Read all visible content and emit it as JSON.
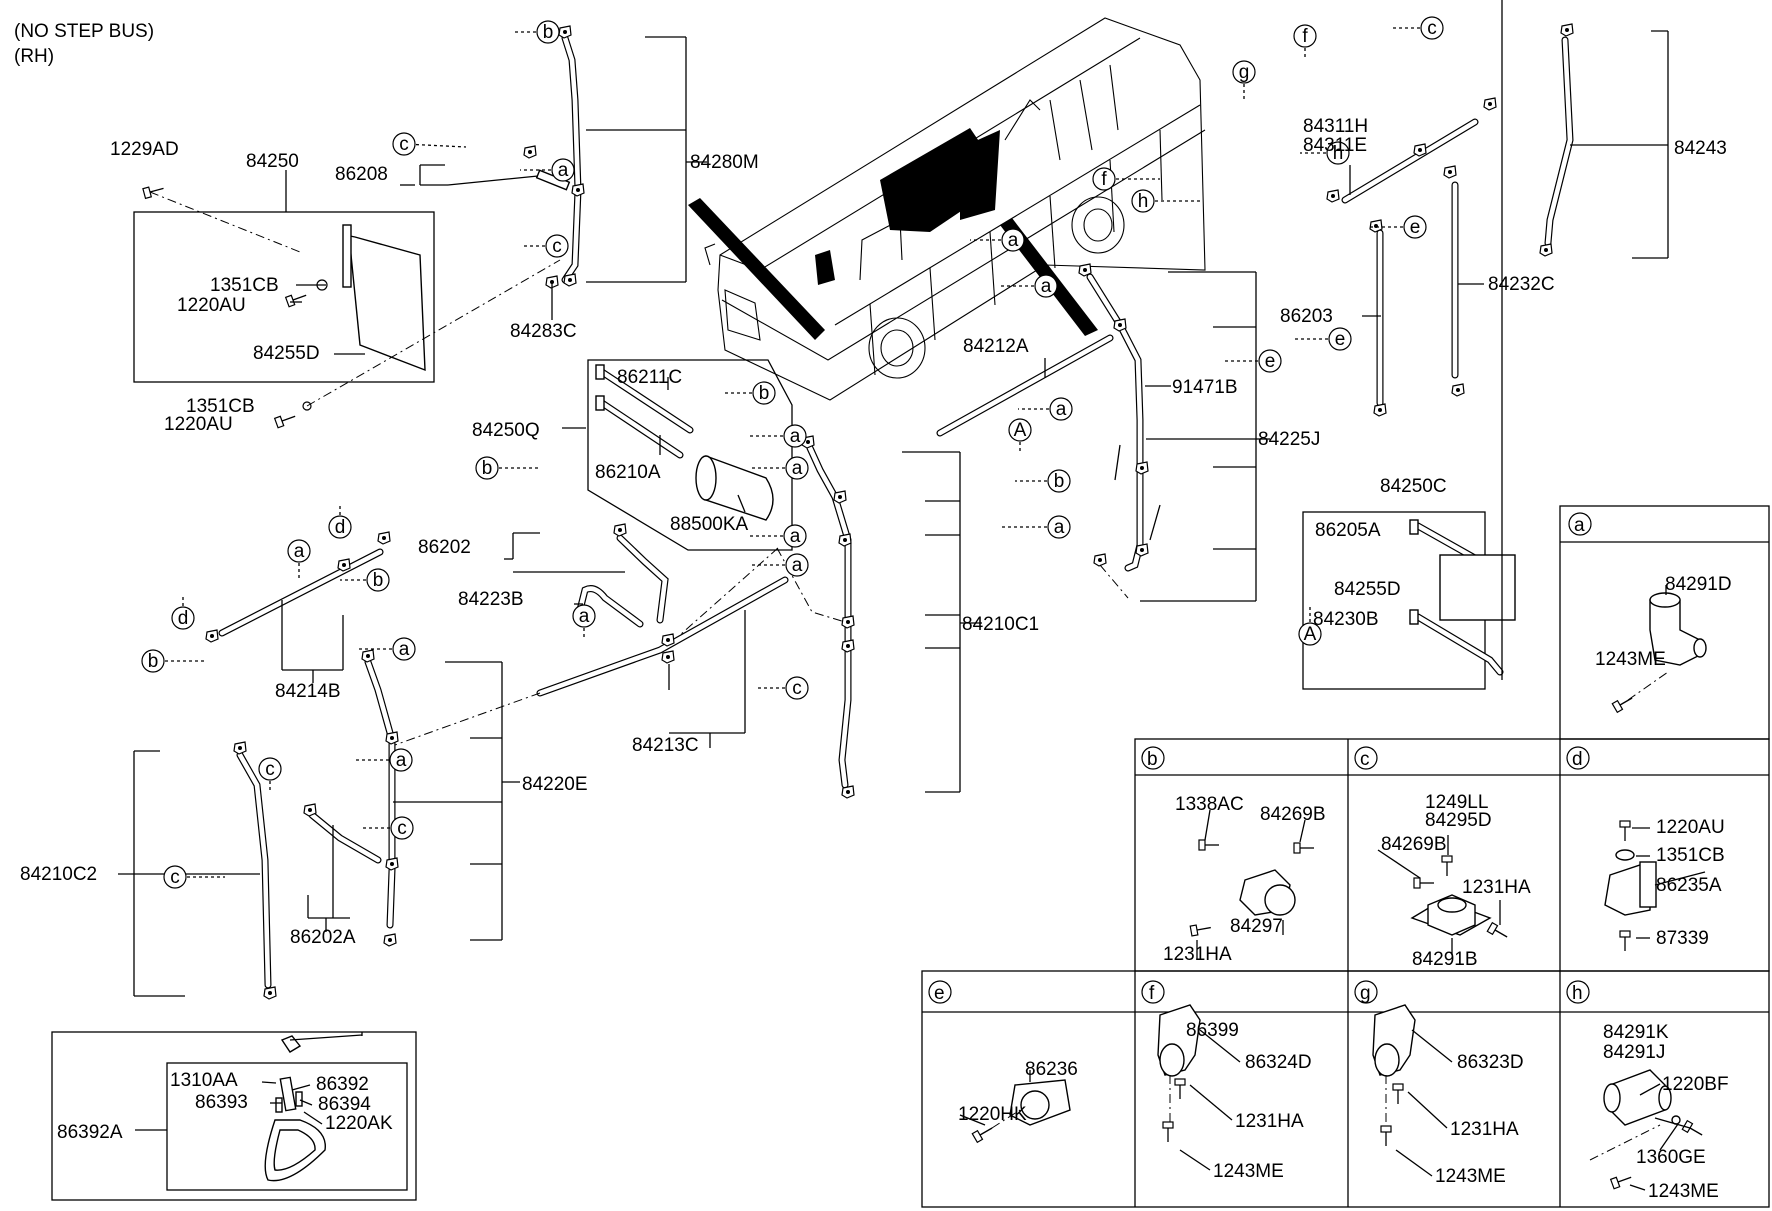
{
  "header": {
    "line1": "(NO STEP BUS)",
    "line2": "(RH)"
  },
  "details": {
    "a": "a",
    "b": "b",
    "c": "c",
    "d": "d",
    "e": "e",
    "f": "f",
    "g": "g",
    "h": "h"
  },
  "labels": {
    "l1229AD": "1229AD",
    "l84250": "84250",
    "l86208": "86208",
    "l1351CB": "1351CB",
    "l1220AU": "1220AU",
    "l84255D": "84255D",
    "l84283C": "84283C",
    "l84280M": "84280M",
    "l86211C": "86211C",
    "l84250Q": "84250Q",
    "l86210A": "86210A",
    "l88500KA": "88500KA",
    "l84212A": "84212A",
    "l84210C1": "84210C1",
    "l86202": "86202",
    "l84223B": "84223B",
    "l84214B": "84214B",
    "l84213C": "84213C",
    "l84220E": "84220E",
    "l84210C2": "84210C2",
    "l86202A": "86202A",
    "l91471B": "91471B",
    "l84225J": "84225J",
    "l84311H": "84311H",
    "l84311E": "84311E",
    "l84243": "84243",
    "l84232C": "84232C",
    "l86203": "86203",
    "l84250C": "84250C",
    "l86205A": "86205A",
    "l84230B": "84230B",
    "l86399": "86399",
    "l1310AA": "1310AA",
    "l86392": "86392",
    "l86393": "86393",
    "l86394": "86394",
    "l1220AK": "1220AK",
    "l86392A": "86392A",
    "l84291D": "84291D",
    "l1243ME": "1243ME",
    "l1338AC": "1338AC",
    "l84269B": "84269B",
    "l84297": "84297",
    "l1231HA": "1231HA",
    "l1249LL": "1249LL",
    "l84295D": "84295D",
    "l84291B": "84291B",
    "l86235A": "86235A",
    "l87339": "87339",
    "l86236": "86236",
    "l1220HK": "1220HK",
    "l86324D": "86324D",
    "l86323D": "86323D",
    "l84291K": "84291K",
    "l84291J": "84291J",
    "l1220BF": "1220BF",
    "l1360GE": "1360GE"
  },
  "callouts": [
    "b",
    "c",
    "a",
    "c",
    "b",
    "a",
    "a",
    "b",
    "a",
    "a",
    "a",
    "a",
    "c",
    "b",
    "a",
    "a",
    "b",
    "a",
    "a",
    "a",
    "b",
    "d",
    "d",
    "a",
    "b",
    "a",
    "a",
    "c",
    "c",
    "b",
    "c",
    "f",
    "g",
    "f",
    "h",
    "h",
    "e",
    "e",
    "c",
    "e",
    "A",
    "A"
  ]
}
